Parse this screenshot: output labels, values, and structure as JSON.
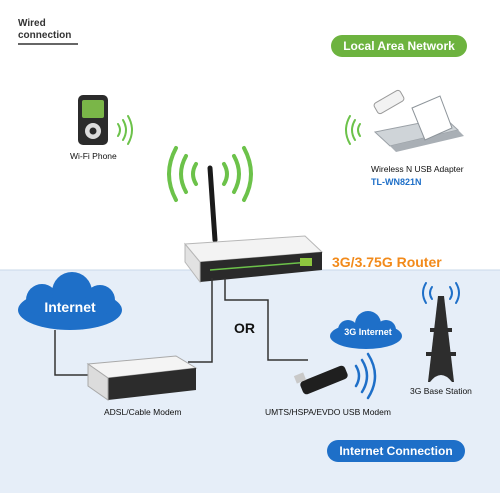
{
  "legend": {
    "line1": "Wired",
    "line2": "connection"
  },
  "zones": {
    "lan": "Local Area Network",
    "internet": "Internet Connection"
  },
  "devices": {
    "wifi_phone": "Wi-Fi Phone",
    "usb_adapter": "Wireless N USB Adapter",
    "usb_adapter_model": "TL-WN821N",
    "router": "3G/3.75G Router",
    "adsl_modem": "ADSL/Cable Modem",
    "usb_modem": "UMTS/HSPA/EVDO USB Modem",
    "base_station": "3G Base Station"
  },
  "clouds": {
    "internet": "Internet",
    "three_g": "3G Internet"
  },
  "connector": "OR",
  "colors": {
    "lan_green": "#6db33f",
    "internet_blue": "#1e6fc8",
    "router_orange": "#f28a1a",
    "wifi_green": "#6cc24a",
    "internet_band": "#e6eef8"
  }
}
